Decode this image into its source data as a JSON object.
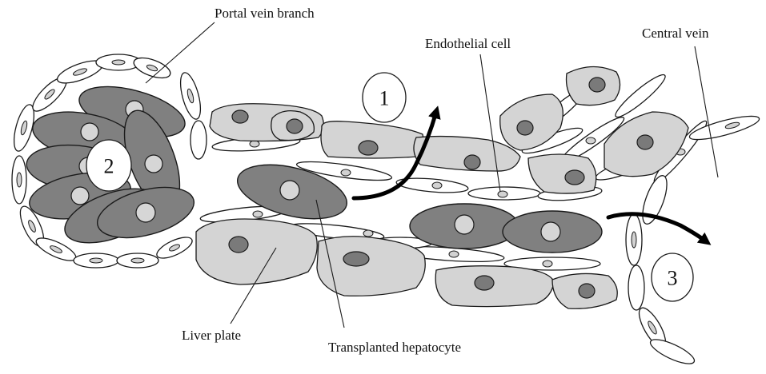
{
  "labels": {
    "portal_vein_branch": "Portal vein branch",
    "endothelial_cell": "Endothelial cell",
    "central_vein": "Central vein",
    "liver_plate": "Liver plate",
    "transplanted_hepatocyte": "Transplanted hepatocyte"
  },
  "routes": {
    "route1": "1",
    "route2": "2",
    "route3": "3"
  },
  "colors": {
    "transplanted_hepatocyte_fill": "#808080",
    "liver_plate_fill": "#d4d4d4",
    "endothelial_fill": "#ffffff",
    "arrow": "#000000"
  }
}
